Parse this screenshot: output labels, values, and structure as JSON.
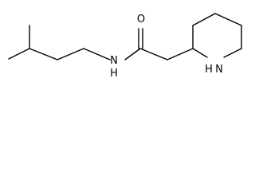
{
  "molecule": {
    "atoms": {
      "nitrogen_amide": "N",
      "hydrogen_amide": "H",
      "oxygen_carbonyl": "O",
      "nitrogen_ring": "N",
      "hydrogen_ring": "H"
    }
  }
}
